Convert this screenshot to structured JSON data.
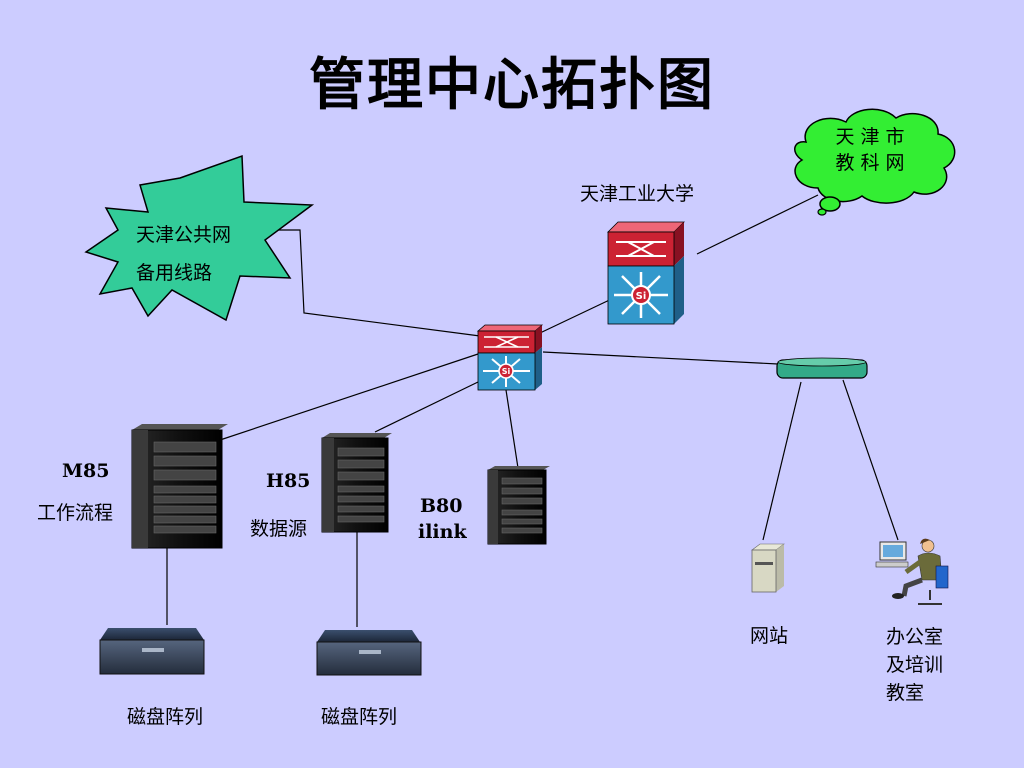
{
  "title": "管理中心拓扑图",
  "nodes": {
    "public_net": {
      "line1": "天津公共网",
      "line2": "备用线路"
    },
    "university": {
      "label": "天津工业大学"
    },
    "edu_net": {
      "line1": "天 津 市",
      "line2": "教 科 网"
    },
    "m85": {
      "name": "M85",
      "desc": "工作流程"
    },
    "h85": {
      "name": "H85",
      "desc": "数据源"
    },
    "b80": {
      "name": "B80",
      "desc": "ilink"
    },
    "disk_left": {
      "label": "磁盘阵列"
    },
    "disk_right": {
      "label": "磁盘阵列"
    },
    "website": {
      "label": "网站"
    },
    "office": {
      "line1": "办公室",
      "line2": "及培训",
      "line3": "教室"
    }
  },
  "colors": {
    "background": "#ccccff",
    "starburst": "#33cc99",
    "cloud": "#33ee33",
    "switch_top": "#cc2233",
    "switch_bottom": "#3399cc",
    "hub": "#33aa88"
  }
}
